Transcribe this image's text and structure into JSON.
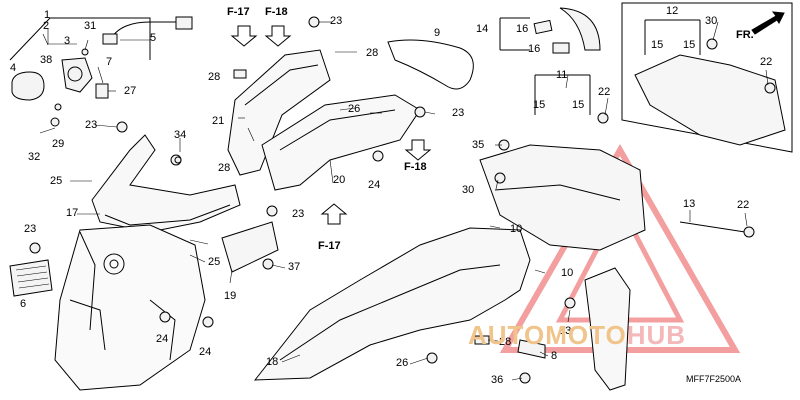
{
  "diagram": {
    "callouts": [
      "1",
      "2",
      "3",
      "4",
      "5",
      "6",
      "7",
      "8",
      "9",
      "10",
      "10",
      "11",
      "12",
      "13",
      "14",
      "15",
      "15",
      "15",
      "15",
      "16",
      "16",
      "17",
      "18",
      "19",
      "20",
      "21",
      "22",
      "22",
      "22",
      "23",
      "23",
      "23",
      "23",
      "23",
      "24",
      "24",
      "24",
      "25",
      "25",
      "26",
      "26",
      "27",
      "28",
      "28",
      "28",
      "28",
      "29",
      "30",
      "30",
      "31",
      "32",
      "33",
      "34",
      "35",
      "36",
      "37",
      "38"
    ],
    "refs": [
      "F-17",
      "F-18",
      "F-18",
      "F-17"
    ],
    "direction_label": "FR.",
    "part_code": "MFF7F2500A",
    "watermark": {
      "part1": "AUTOMOTO",
      "part2": "HUB",
      "color1": "#f0c48a",
      "color2": "#f4b8b8",
      "triangle_color": "#f08080"
    }
  }
}
